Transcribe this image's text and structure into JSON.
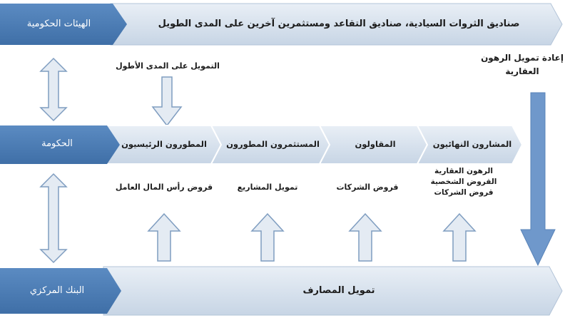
{
  "colors": {
    "dark_box": "#4a7ab2",
    "bar_fill": "#cfdbe8",
    "bar_fill_light": "#e8eef5",
    "arrow_fill": "#e4ebf3",
    "arrow_stroke": "#7f9dc0",
    "long_arrow": "#6f98cb",
    "text": "#1c1c1c"
  },
  "row_top": {
    "box_label": "الهيئات الحكومية",
    "bar_label": "صناديق الثروات السيادية، صناديق التقاعد ومستثمرين آخرين على المدى الطويل"
  },
  "long_term_label": "التمويل على المدى الأطول",
  "refinance_label": "إعادة تمويل الرهون العقارية",
  "row_middle": {
    "box_label": "الحكومة",
    "chevrons": [
      "المطورون الرئيسيون",
      "المستثمرون المطورون",
      "المقاولون",
      "المشارون النهائيون"
    ]
  },
  "loans": {
    "main_developers": "قروض رأس المال العامل",
    "investor_developers": "تمويل المشاريع",
    "contractors": "قروض الشركات",
    "end_users": [
      "الرهون العقارية",
      "القروض الشخصية",
      "قروض الشركات"
    ]
  },
  "row_bottom": {
    "box_label": "البنك المركزي",
    "bar_label": "تمويل المصارف"
  }
}
